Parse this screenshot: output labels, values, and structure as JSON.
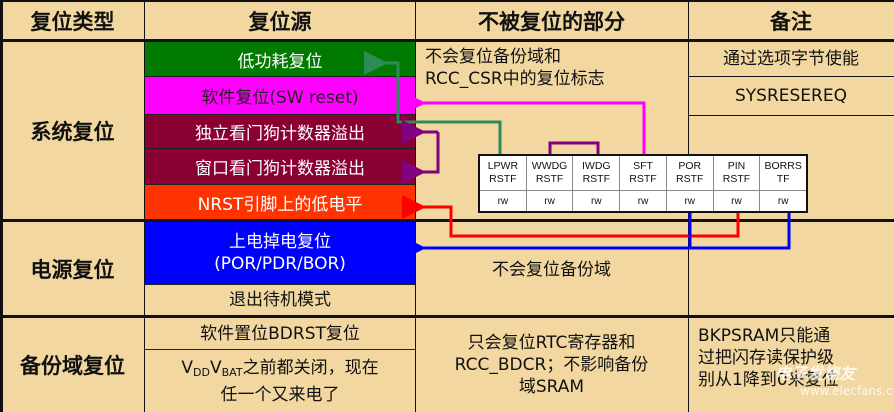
{
  "header": {
    "col1": "复位类型",
    "col2": "复位源",
    "col3": "不被复位的部分",
    "col4": "备注"
  },
  "system_reset": {
    "type": "系统复位",
    "sources": [
      {
        "label": "低功耗复位",
        "color": "#007A00"
      },
      {
        "label": "软件复位(SW reset)",
        "color": "#FF00FF"
      },
      {
        "label": "独立看门狗计数器溢出",
        "color": "#8B0033"
      },
      {
        "label": "窗口看门狗计数器溢出",
        "color": "#8B0033"
      },
      {
        "label": "NRST引脚上的低电平",
        "color": "#FF3300"
      }
    ],
    "not_reset_line1": "不会复位备份域和",
    "not_reset_line2": "RCC_CSR中的复位标志",
    "notes": [
      "通过选项字节使能",
      "SYSRESEREQ"
    ]
  },
  "power_reset": {
    "type": "电源复位",
    "source1_line1": "上电掉电复位",
    "source1_line2": "(POR/PDR/BOR)",
    "source1_color": "#0000FF",
    "source2": "退出待机模式",
    "not_reset": "不会复位备份域"
  },
  "backup_reset": {
    "type": "备份域复位",
    "source1": "软件置位BDRST复位",
    "source2_vdd": "V",
    "source2_vdd_sub": "DD",
    "source2_vbat": "V",
    "source2_vbat_sub": "BAT",
    "source2_rest_line1": "之前都关闭，现在",
    "source2_line2": "任一个又来电了",
    "not_reset_line1": "只会复位RTC寄存器和",
    "not_reset_line2": "RCC_BDCR；不影响备份",
    "not_reset_line3": "域SRAM",
    "note_line1": "BKPSRAM只能通",
    "note_line2": "过把闪存读保护级",
    "note_line3": "别从1降到0来复位"
  },
  "register": {
    "fields": [
      {
        "name1": "LPWR",
        "name2": "RSTF",
        "access": "rw"
      },
      {
        "name1": "WWDG",
        "name2": "RSTF",
        "access": "rw"
      },
      {
        "name1": "IWDG",
        "name2": "RSTF",
        "access": "rw"
      },
      {
        "name1": "SFT",
        "name2": "RSTF",
        "access": "rw"
      },
      {
        "name1": "POR",
        "name2": "RSTF",
        "access": "rw"
      },
      {
        "name1": "PIN",
        "name2": "RSTF",
        "access": "rw"
      },
      {
        "name1": "BORRS",
        "name2": "TF",
        "access": "rw"
      }
    ]
  },
  "arrow_colors": {
    "lpwr": "#2E8B57",
    "wdg": "#800080",
    "sft": "#FF00FF",
    "pin": "#FF0000",
    "por_bor": "#0000FF"
  },
  "watermark": {
    "line1": "电子发烧友",
    "line2": "www.elecfans.com"
  }
}
